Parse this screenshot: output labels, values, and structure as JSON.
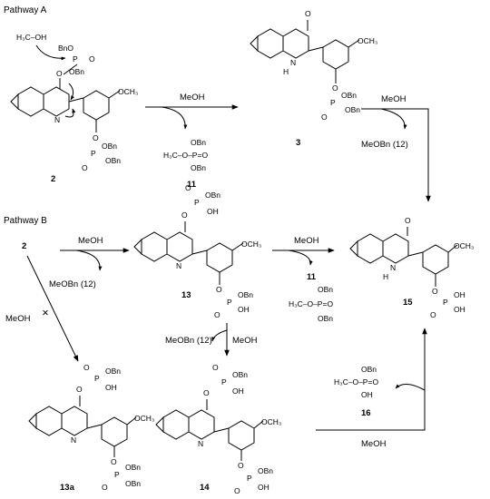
{
  "pathway_a": {
    "title": "Pathway A",
    "compound_2": {
      "number": "2",
      "reagent_attack": "H₃C–OH",
      "phosphate_top": [
        "BnO",
        "P",
        "O",
        "OBn"
      ],
      "o_link": "O",
      "n": "N",
      "ome": "OCH₃",
      "phosphate_bottom": [
        "O",
        "P",
        "OBn",
        "OBn",
        "O"
      ]
    },
    "arrow_1": {
      "reagent": "MeOH"
    },
    "byproduct_11": {
      "number": "11",
      "line1": "OBn",
      "line2": "H₃C–O–P=O",
      "line3": "OBn"
    },
    "compound_3": {
      "number": "3",
      "carbonyl": "O",
      "nh": "N",
      "h": "H",
      "ome": "OCH₃",
      "phosphate": [
        "O",
        "P",
        "OBn",
        "OBn",
        "O"
      ]
    },
    "arrow_2": {
      "reagent": "MeOH",
      "byproduct": "MeOBn (12)"
    }
  },
  "pathway_b": {
    "title": "Pathway B",
    "start": "2",
    "arrow_1": {
      "reagent": "MeOH",
      "byproduct": "MeOBn (12)"
    },
    "compound_13": {
      "number": "13",
      "phosphate_top": [
        "O",
        "P",
        "OBn",
        "OH",
        "O"
      ],
      "n": "N",
      "ome": "OCH₃",
      "phosphate_bottom": [
        "O",
        "P",
        "OBn",
        "OH",
        "O"
      ]
    },
    "arrow_2": {
      "reagent": "MeOH"
    },
    "byproduct_11": {
      "number": "11",
      "line1": "OBn",
      "line2": "H₃C–O–P=O",
      "line3": "OBn"
    },
    "compound_15": {
      "number": "15",
      "carbonyl": "O",
      "nh": "N",
      "h": "H",
      "ome": "OCH₃",
      "phosphate": [
        "O",
        "P",
        "OH",
        "OH",
        "O"
      ]
    },
    "arrow_blocked": {
      "reagent": "MeOH",
      "mark": "✕"
    },
    "compound_13a": {
      "number": "13a",
      "phosphate_top": [
        "O",
        "P",
        "OBn",
        "OH",
        "O"
      ],
      "n": "N",
      "ome": "OCH₃",
      "phosphate_bottom": [
        "O",
        "P",
        "OBn",
        "OBn",
        "O"
      ]
    },
    "arrow_down": {
      "reagent_1": "MeOBn (12)",
      "reagent_2": "MeOH"
    },
    "compound_14": {
      "number": "14",
      "phosphate_top": [
        "O",
        "P",
        "OBn",
        "OH",
        "O"
      ],
      "n": "N",
      "ome": "OCH₃",
      "phosphate_bottom": [
        "O",
        "P",
        "OBn",
        "OH",
        "O"
      ]
    },
    "arrow_final": {
      "reagent": "MeOH"
    },
    "byproduct_16": {
      "number": "16",
      "line1": "OBn",
      "line2": "H₃C–O–P=O",
      "line3": "OH"
    }
  }
}
